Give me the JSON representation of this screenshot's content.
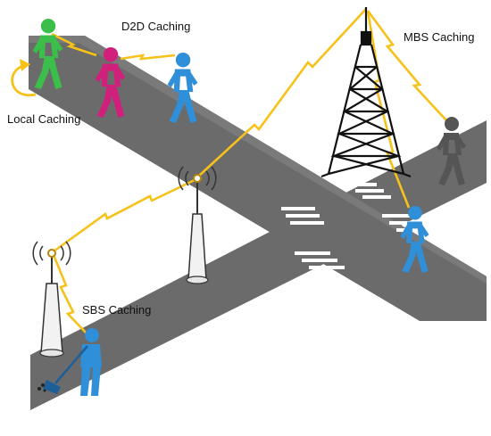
{
  "labels": {
    "d2d": "D2D Caching",
    "mbs": "MBS Caching",
    "local": "Local Caching",
    "sbs": "SBS Caching"
  },
  "colors": {
    "road": "#6b6b6b",
    "crosswalk": "#ffffff",
    "link": "#f6c21a",
    "tower": "#111111",
    "person_green": "#3bbf4a",
    "person_magenta": "#d1207c",
    "person_blue": "#2f8fd8",
    "person_dark": "#555555"
  },
  "icons": [
    "macro-tower-icon",
    "small-base-station-icon",
    "person-walking-icon",
    "person-sweeping-icon",
    "wireless-link-icon",
    "loop-arrow-icon"
  ]
}
